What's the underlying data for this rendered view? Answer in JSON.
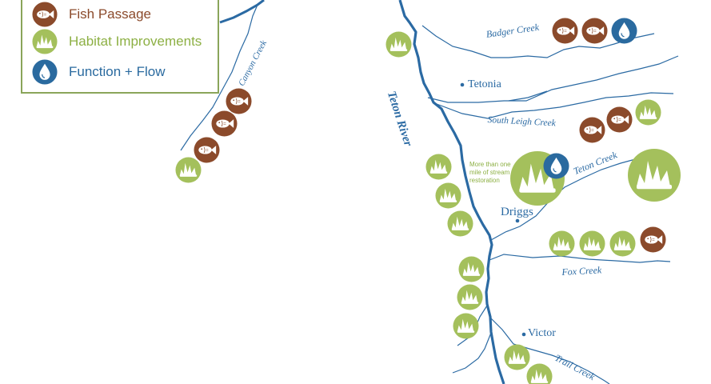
{
  "legend": {
    "fish_passage": "Fish Passage",
    "habitat_improvements": "Habitat Improvements",
    "function_flow": "Function + Flow"
  },
  "colors": {
    "fish": "#8b4a2b",
    "habitat": "#a4c05c",
    "flow": "#2a6a9f",
    "river": "#2b6aa3",
    "legend_border": "#8aa55a",
    "note": "#8db044"
  },
  "labels": {
    "badger_creek": "Badger Creek",
    "tetonia": "Tetonia",
    "south_leigh_creek": "South Leigh Creek",
    "teton_river": "Teton River",
    "teton_creek": "Teton Creek",
    "driggs": "Driggs",
    "fox_creek": "Fox Creek",
    "victor": "Victor",
    "trail_creek": "Trail Creek",
    "canyon_creek": "Canyon Creek",
    "restoration_note": "More than one mile of stream restoration"
  },
  "icon_names": {
    "fish": "fish-passage-icon",
    "habitat": "habitat-improvement-icon",
    "flow": "function-flow-icon"
  }
}
